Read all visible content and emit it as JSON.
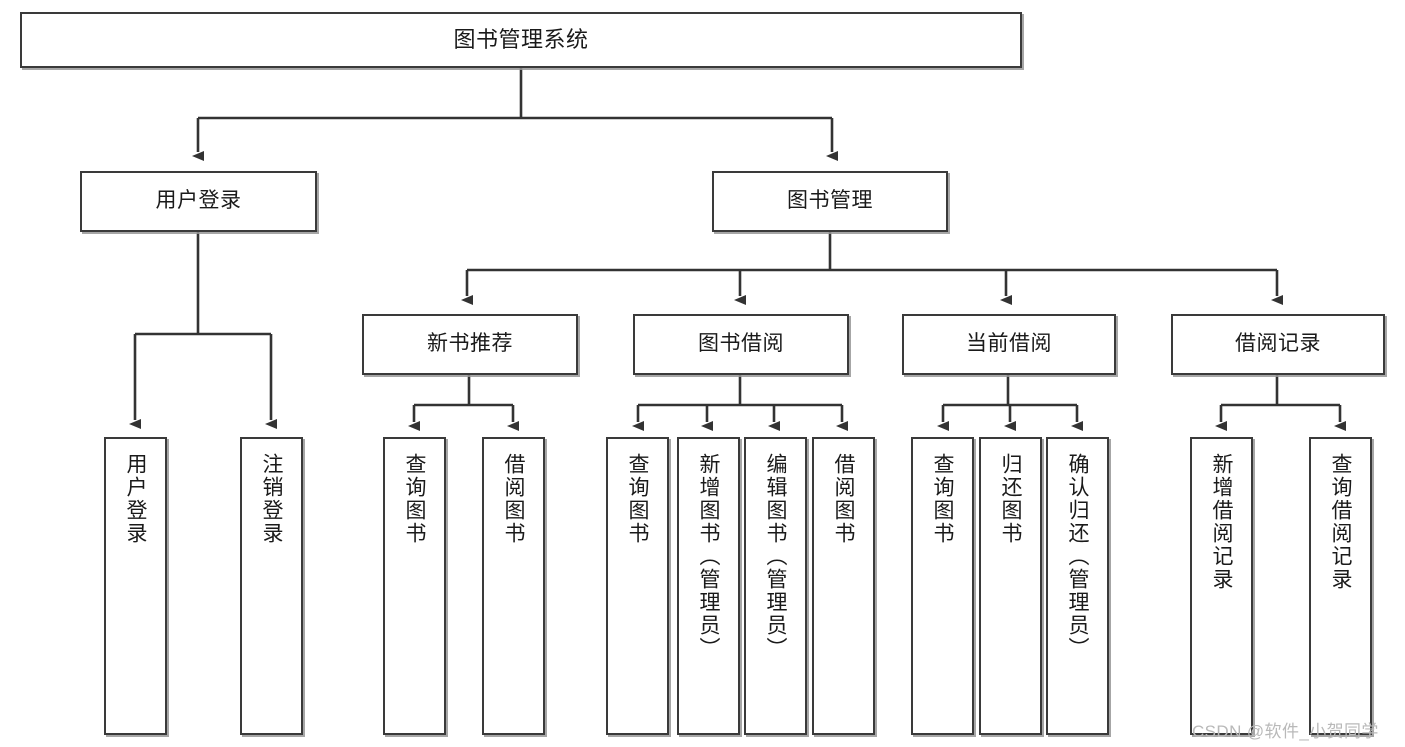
{
  "diagram": {
    "type": "hierarchy-tree",
    "title": "图书管理系统",
    "root": {
      "label": "图书管理系统"
    },
    "level2": [
      {
        "key": "user_login",
        "label": "用户登录"
      },
      {
        "key": "book_manage",
        "label": "图书管理"
      }
    ],
    "level3": [
      {
        "key": "new_book_rec",
        "label": "新书推荐",
        "parent": "book_manage"
      },
      {
        "key": "book_borrow",
        "label": "图书借阅",
        "parent": "book_manage"
      },
      {
        "key": "current_borrow",
        "label": "当前借阅",
        "parent": "book_manage"
      },
      {
        "key": "borrow_record",
        "label": "借阅记录",
        "parent": "book_manage"
      }
    ],
    "leaves": [
      {
        "key": "leaf_user_login",
        "label": "用户登录",
        "parent": "user_login"
      },
      {
        "key": "leaf_user_logout",
        "label": "注销登录",
        "parent": "user_login"
      },
      {
        "key": "leaf_rec_query",
        "label": "查询图书",
        "parent": "new_book_rec"
      },
      {
        "key": "leaf_rec_borrow",
        "label": "借阅图书",
        "parent": "new_book_rec"
      },
      {
        "key": "leaf_bb_query",
        "label": "查询图书",
        "parent": "book_borrow"
      },
      {
        "key": "leaf_bb_add",
        "label": "新增图书（管理员）",
        "parent": "book_borrow"
      },
      {
        "key": "leaf_bb_edit",
        "label": "编辑图书（管理员）",
        "parent": "book_borrow"
      },
      {
        "key": "leaf_bb_borrow",
        "label": "借阅图书",
        "parent": "book_borrow"
      },
      {
        "key": "leaf_cb_query",
        "label": "查询图书",
        "parent": "current_borrow"
      },
      {
        "key": "leaf_cb_return",
        "label": "归还图书",
        "parent": "current_borrow"
      },
      {
        "key": "leaf_cb_confirm",
        "label": "确认归还（管理员）",
        "parent": "current_borrow"
      },
      {
        "key": "leaf_br_add",
        "label": "新增借阅记录",
        "parent": "borrow_record"
      },
      {
        "key": "leaf_br_query",
        "label": "查询借阅记录",
        "parent": "borrow_record"
      }
    ]
  },
  "watermark": {
    "text": "CSDN @软件_小贺同学"
  },
  "colors": {
    "box_border": "#3a3a3a",
    "box_fill": "#ffffff",
    "edge": "#333333",
    "text": "#1a1a1a",
    "watermark": "#b9b9b9",
    "shadow": "#969696"
  }
}
